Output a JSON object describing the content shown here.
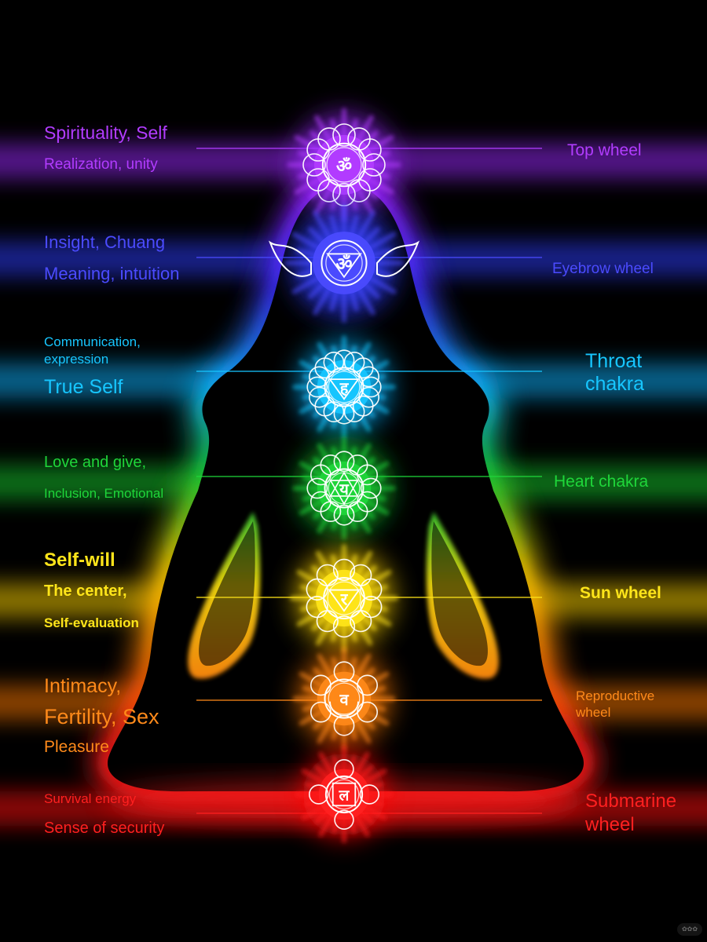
{
  "chakras": [
    {
      "id": "crown",
      "color": "#b23cff",
      "glow": "#9b2cff",
      "left_lines": [
        "Spirituality, Self",
        "Realization, unity"
      ],
      "right_lines": [
        "Top wheel"
      ],
      "symbol": "ॐ"
    },
    {
      "id": "third-eye",
      "color": "#4b4bff",
      "glow": "#2f3cff",
      "left_lines": [
        "Insight, Chuang",
        "Meaning, intuition"
      ],
      "right_lines": [
        "Eyebrow wheel"
      ],
      "symbol": "ॐ"
    },
    {
      "id": "throat",
      "color": "#17c6ff",
      "glow": "#0fb3ff",
      "left_lines": [
        "Communication,",
        "expression",
        "True Self"
      ],
      "right_lines": [
        "Throat",
        "chakra"
      ],
      "symbol": "ह"
    },
    {
      "id": "heart",
      "color": "#1fd63a",
      "glow": "#14c92e",
      "left_lines": [
        "Love and give,",
        "Inclusion, Emotional"
      ],
      "right_lines": [
        "Heart chakra"
      ],
      "symbol": "य"
    },
    {
      "id": "solar-plexus",
      "color": "#ffe51a",
      "glow": "#ffd400",
      "left_lines": [
        "Self-will",
        "The center,",
        "Self-evaluation"
      ],
      "right_lines": [
        "Sun wheel"
      ],
      "symbol": "र"
    },
    {
      "id": "sacral",
      "color": "#ff8a1a",
      "glow": "#ff7a00",
      "left_lines": [
        "Intimacy,",
        "Fertility, Sex",
        "Pleasure"
      ],
      "right_lines": [
        "Reproductive",
        "wheel"
      ],
      "symbol": "व"
    },
    {
      "id": "root",
      "color": "#ff2020",
      "glow": "#ff1010",
      "left_lines": [
        "Survival energy",
        "Sense of security"
      ],
      "right_lines": [
        "Submarine",
        "wheel"
      ],
      "symbol": "ल"
    }
  ]
}
